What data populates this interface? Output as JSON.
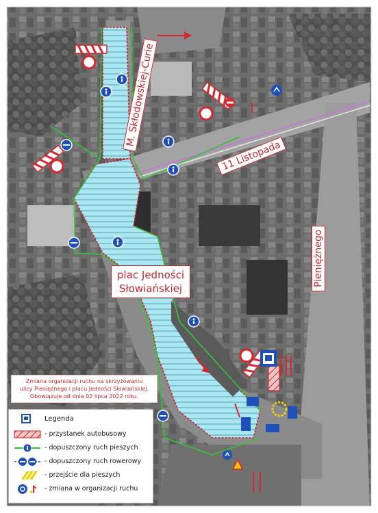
{
  "streets": {
    "sklodowskiej": "M. Skłodowskiej-Curie",
    "listopada": "11 Listopada",
    "pienieznego": "Pieniężnego",
    "plac_line1": "plac Jedności",
    "plac_line2": "Słowiańskiej"
  },
  "notice": {
    "line1": "Zmiana organizacji ruchu na skrzyżowaniu",
    "line2": "ulicy Pieniężnego i placu Jedności Słowiańskiej.",
    "line3": "Obowiązuje od dnia 02 lipca 2022 roku."
  },
  "legend": {
    "title": "Legenda",
    "items": [
      {
        "label": "- przystanek autobusowy"
      },
      {
        "label": "- dopuszczony ruch pieszych"
      },
      {
        "label": "- dopuszczony ruch rowerowy"
      },
      {
        "label": "- przejście dla pieszych"
      },
      {
        "label": "- zmiana w organizacji ruchu"
      }
    ]
  },
  "colors": {
    "zone_fill": "#aee6ef",
    "zone_stripe": "#5fb7d2",
    "zone_border": "#d0202a",
    "pedestrian_line": "#35c23a",
    "sign_blue": "#1f4fb8",
    "sign_red": "#d7262d",
    "aerial_dark": "#3c3c3c",
    "aerial_light": "#9a9a9a"
  }
}
